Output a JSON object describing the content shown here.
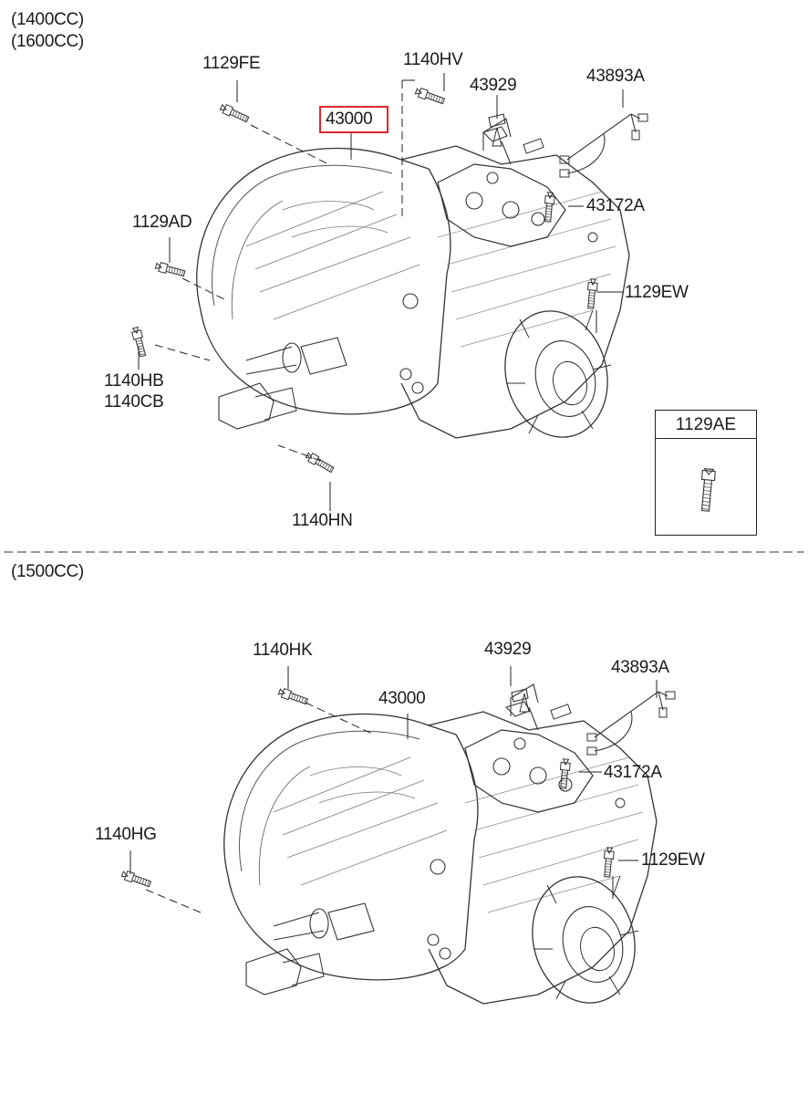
{
  "sections": [
    {
      "variant_lines": [
        "(1400CC)",
        "(1600CC)"
      ]
    },
    {
      "variant_lines": [
        "(1500CC)"
      ]
    }
  ],
  "top_labels": {
    "p1129FE": "1129FE",
    "p1140HV": "1140HV",
    "p43929": "43929",
    "p43893A": "43893A",
    "p43000": "43000",
    "p43172A": "43172A",
    "p1129AD": "1129AD",
    "p1129EW": "1129EW",
    "p1140HB": "1140HB",
    "p1140CB": "1140CB",
    "p1140HN": "1140HN"
  },
  "inset": {
    "title": "1129AE"
  },
  "bottom_labels": {
    "p1140HK": "1140HK",
    "p43929": "43929",
    "p43893A": "43893A",
    "p43000": "43000",
    "p43172A": "43172A",
    "p1140HG": "1140HG",
    "p1129EW": "1129EW"
  },
  "highlight": {
    "color": "#e0262b",
    "part": "43000"
  }
}
